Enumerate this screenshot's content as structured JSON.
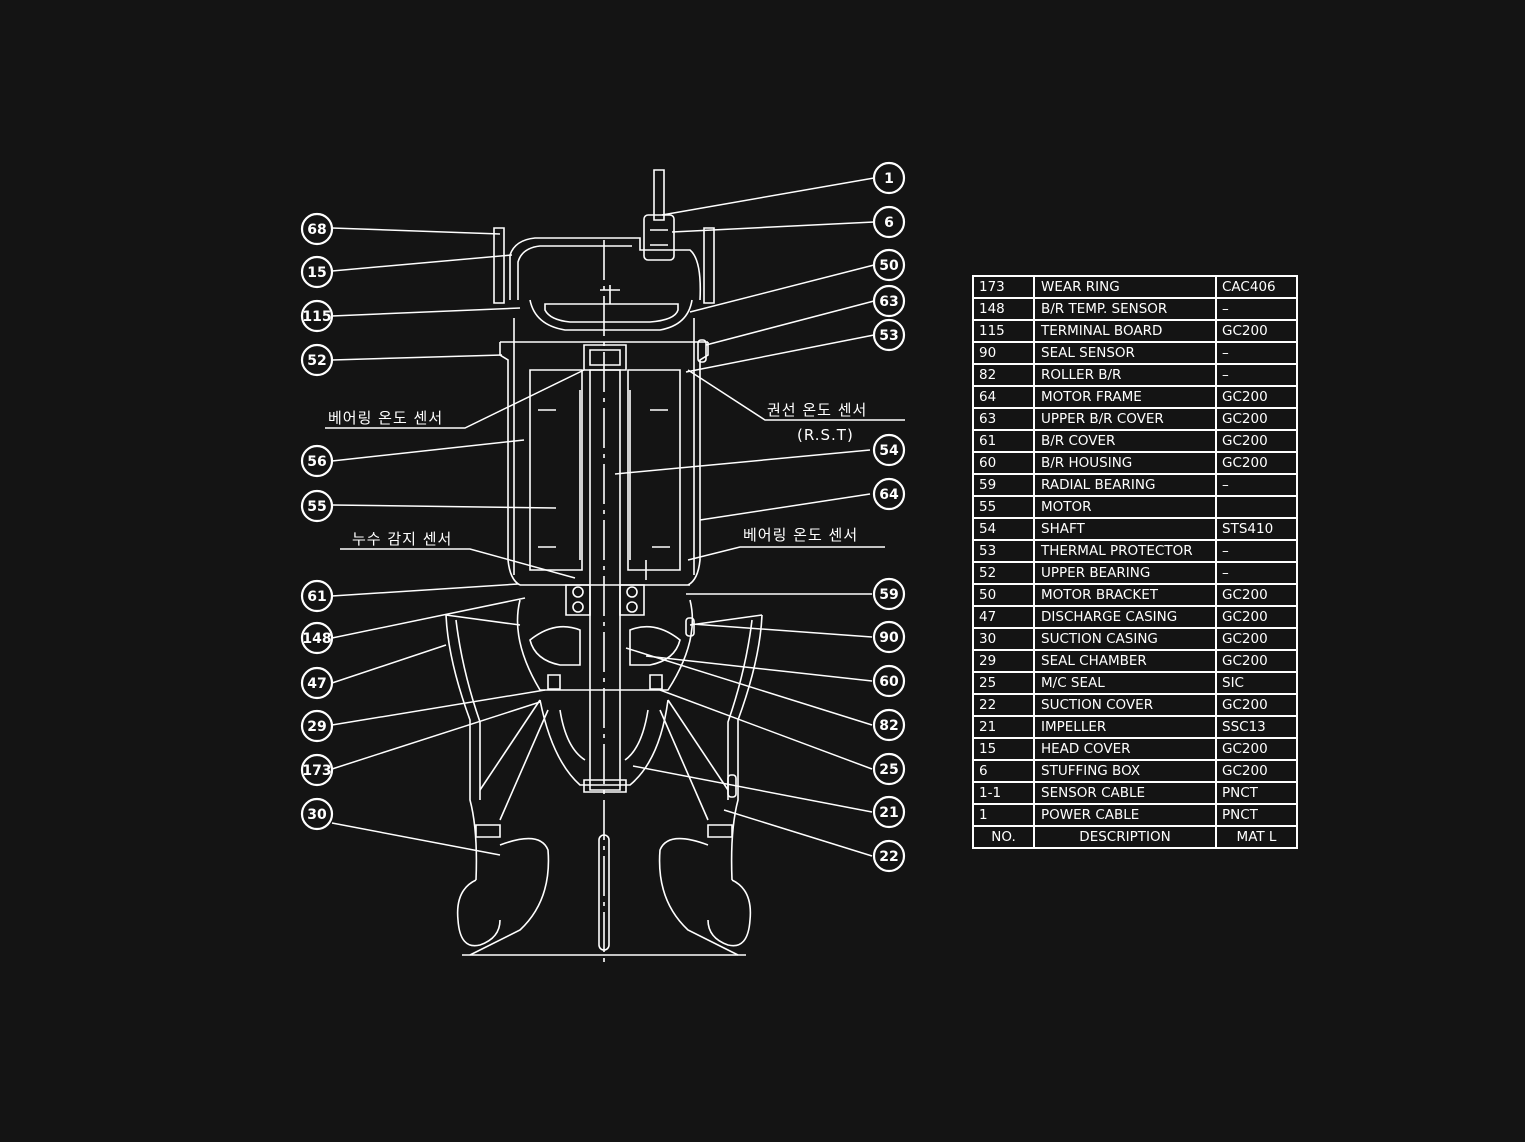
{
  "bubbles_left": [
    "68",
    "15",
    "115",
    "52",
    "56",
    "55",
    "61",
    "148",
    "47",
    "29",
    "173",
    "30"
  ],
  "bubbles_right": [
    "1",
    "6",
    "50",
    "63",
    "53",
    "54",
    "64",
    "59",
    "90",
    "60",
    "82",
    "25",
    "21",
    "22"
  ],
  "notes": {
    "bearing_temp_upper": "베어링 온도 센서",
    "winding_temp": "권선 온도 센서",
    "winding_temp_sub": "(R.S.T)",
    "leak_sensor": "누수 감지 센서",
    "bearing_temp_lower": "베어링 온도 센서"
  },
  "parts_table": {
    "header": {
      "no": "NO.",
      "description": "DESCRIPTION",
      "material": "MAT L"
    },
    "rows": [
      {
        "no": "173",
        "description": "WEAR RING",
        "material": "CAC406"
      },
      {
        "no": "148",
        "description": "B/R TEMP. SENSOR",
        "material": "–"
      },
      {
        "no": "115",
        "description": "TERMINAL BOARD",
        "material": "GC200"
      },
      {
        "no": "90",
        "description": "SEAL SENSOR",
        "material": "–"
      },
      {
        "no": "82",
        "description": "ROLLER B/R",
        "material": "–"
      },
      {
        "no": "64",
        "description": "MOTOR FRAME",
        "material": "GC200"
      },
      {
        "no": "63",
        "description": "UPPER B/R COVER",
        "material": "GC200"
      },
      {
        "no": "61",
        "description": "B/R COVER",
        "material": "GC200"
      },
      {
        "no": "60",
        "description": "B/R HOUSING",
        "material": "GC200"
      },
      {
        "no": "59",
        "description": "RADIAL BEARING",
        "material": "–"
      },
      {
        "no": "55",
        "description": "MOTOR",
        "material": ""
      },
      {
        "no": "54",
        "description": "SHAFT",
        "material": "STS410"
      },
      {
        "no": "53",
        "description": "THERMAL PROTECTOR",
        "material": "–"
      },
      {
        "no": "52",
        "description": "UPPER BEARING",
        "material": "–"
      },
      {
        "no": "50",
        "description": "MOTOR BRACKET",
        "material": "GC200"
      },
      {
        "no": "47",
        "description": "DISCHARGE CASING",
        "material": "GC200"
      },
      {
        "no": "30",
        "description": "SUCTION CASING",
        "material": "GC200"
      },
      {
        "no": "29",
        "description": "SEAL CHAMBER",
        "material": "GC200"
      },
      {
        "no": "25",
        "description": "M/C SEAL",
        "material": "SIC"
      },
      {
        "no": "22",
        "description": "SUCTION COVER",
        "material": "GC200"
      },
      {
        "no": "21",
        "description": "IMPELLER",
        "material": "SSC13"
      },
      {
        "no": "15",
        "description": "HEAD COVER",
        "material": "GC200"
      },
      {
        "no": "6",
        "description": "STUFFING BOX",
        "material": "GC200"
      },
      {
        "no": "1-1",
        "description": "SENSOR CABLE",
        "material": "PNCT"
      },
      {
        "no": "1",
        "description": "POWER CABLE",
        "material": "PNCT"
      }
    ]
  },
  "colors": {
    "background": "#141414",
    "lines": "#ffffff"
  }
}
